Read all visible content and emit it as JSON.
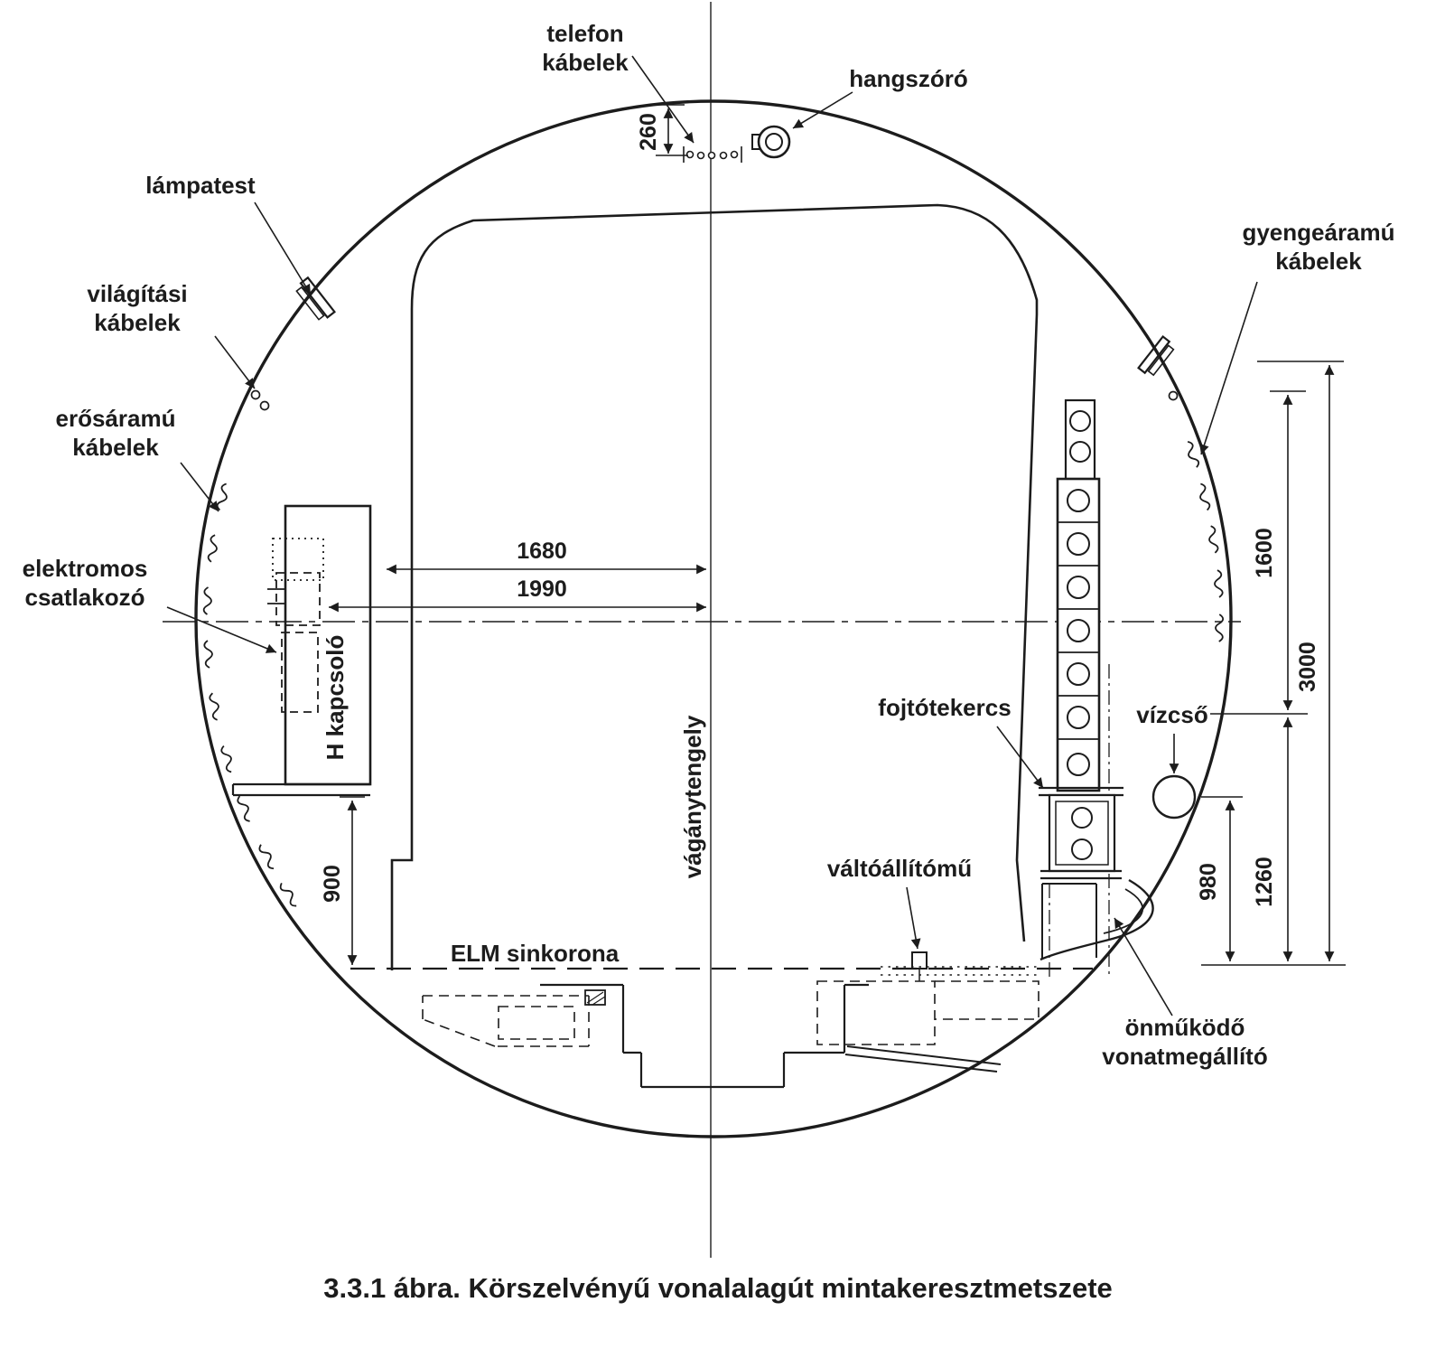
{
  "figure": {
    "caption": "3.3.1 ábra. Körszelvényű vonalalagút mintakeresztmetszete"
  },
  "labels": {
    "telefon_kabelek": [
      "telefon",
      "kábelek"
    ],
    "hangszoro": "hangszóró",
    "lampatest": "lámpatest",
    "vilagitasi_kabelek": [
      "világítási",
      "kábelek"
    ],
    "erosaramu_kabelek": [
      "erősáramú",
      "kábelek"
    ],
    "elektromos_csatlakozo": [
      "elektromos",
      "csatlakozó"
    ],
    "h_kapcsolo": "H kapcsoló",
    "gyengearamu_kabelek": [
      "gyengeáramú",
      "kábelek"
    ],
    "fojtotekercs": "fojtótekercs",
    "vizcso": "vízcső",
    "valtoallitomu": "váltóállítómű",
    "vaganytengely": "vágánytengely",
    "elm_sinkorona": "ELM sinkorona",
    "onmukodo_vonatmegallito": [
      "önműködő",
      "vonatmegállító"
    ]
  },
  "dimensions": {
    "dim_260": "260",
    "dim_1680": "1680",
    "dim_1990": "1990",
    "dim_900": "900",
    "dim_1600": "1600",
    "dim_3000": "3000",
    "dim_980": "980",
    "dim_1260": "1260"
  },
  "colors": {
    "ink": "#1c1c1c",
    "paper": "#ffffff"
  }
}
